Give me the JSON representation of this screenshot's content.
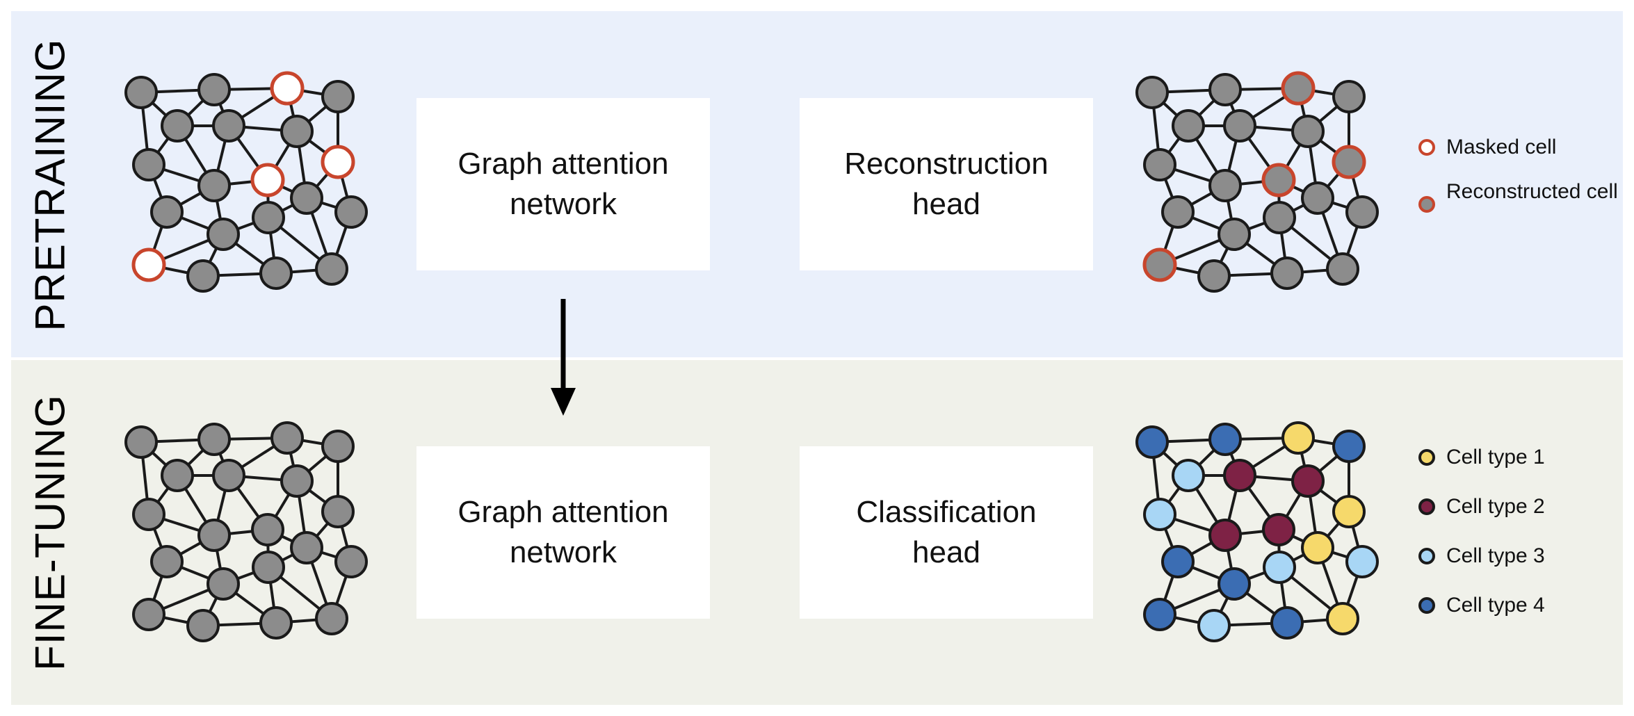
{
  "stages": {
    "pretraining": "PRETRAINING",
    "finetuning": "FINE-TUNING"
  },
  "boxes": {
    "pre_encoder": "Graph attention network",
    "pre_head": "Reconstruction head",
    "ft_encoder": "Graph attention network",
    "ft_head": "Classification head"
  },
  "legend_pretraining": [
    {
      "label": "Masked cell",
      "fill": "#ffffff",
      "stroke": "#c8452c"
    },
    {
      "label": "Reconstructed cell",
      "fill": "#8c8c8c",
      "stroke": "#c8452c"
    }
  ],
  "legend_finetuning": [
    {
      "label": "Cell type 1",
      "fill": "#f6d96b",
      "stroke": "#1a1a1a"
    },
    {
      "label": "Cell type 2",
      "fill": "#7e2245",
      "stroke": "#1a1a1a"
    },
    {
      "label": "Cell type 3",
      "fill": "#a8d6f5",
      "stroke": "#1a1a1a"
    },
    {
      "label": "Cell type 4",
      "fill": "#3b6db3",
      "stroke": "#1a1a1a"
    }
  ],
  "colors": {
    "pretraining_bg": "#eaf0fb",
    "finetuning_bg": "#f0f1ea",
    "node_gray": "#8c8c8c",
    "mask_red": "#c8452c",
    "edge": "#1a1a1a"
  },
  "graphs": {
    "pre_input": [
      "gray",
      "gray",
      "masked",
      "gray",
      "gray",
      "gray",
      "gray",
      "gray",
      "masked",
      "gray",
      "masked",
      "gray",
      "gray",
      "gray",
      "gray",
      "gray",
      "masked",
      "gray"
    ],
    "pre_output": [
      "gray",
      "gray",
      "recon",
      "gray",
      "gray",
      "gray",
      "gray",
      "gray",
      "recon",
      "gray",
      "recon",
      "gray",
      "gray",
      "gray",
      "gray",
      "gray",
      "recon",
      "gray"
    ],
    "ft_input": [
      "gray",
      "gray",
      "gray",
      "gray",
      "gray",
      "gray",
      "gray",
      "gray",
      "gray",
      "gray",
      "gray",
      "gray",
      "gray",
      "gray",
      "gray",
      "gray",
      "gray",
      "gray"
    ],
    "ft_output": [
      "type4",
      "type4",
      "type1",
      "type4",
      "type3",
      "type2",
      "type2",
      "type3",
      "type1",
      "type2",
      "type2",
      "type1",
      "type4",
      "type3",
      "type3",
      "type4",
      "type4",
      "type3"
    ]
  }
}
